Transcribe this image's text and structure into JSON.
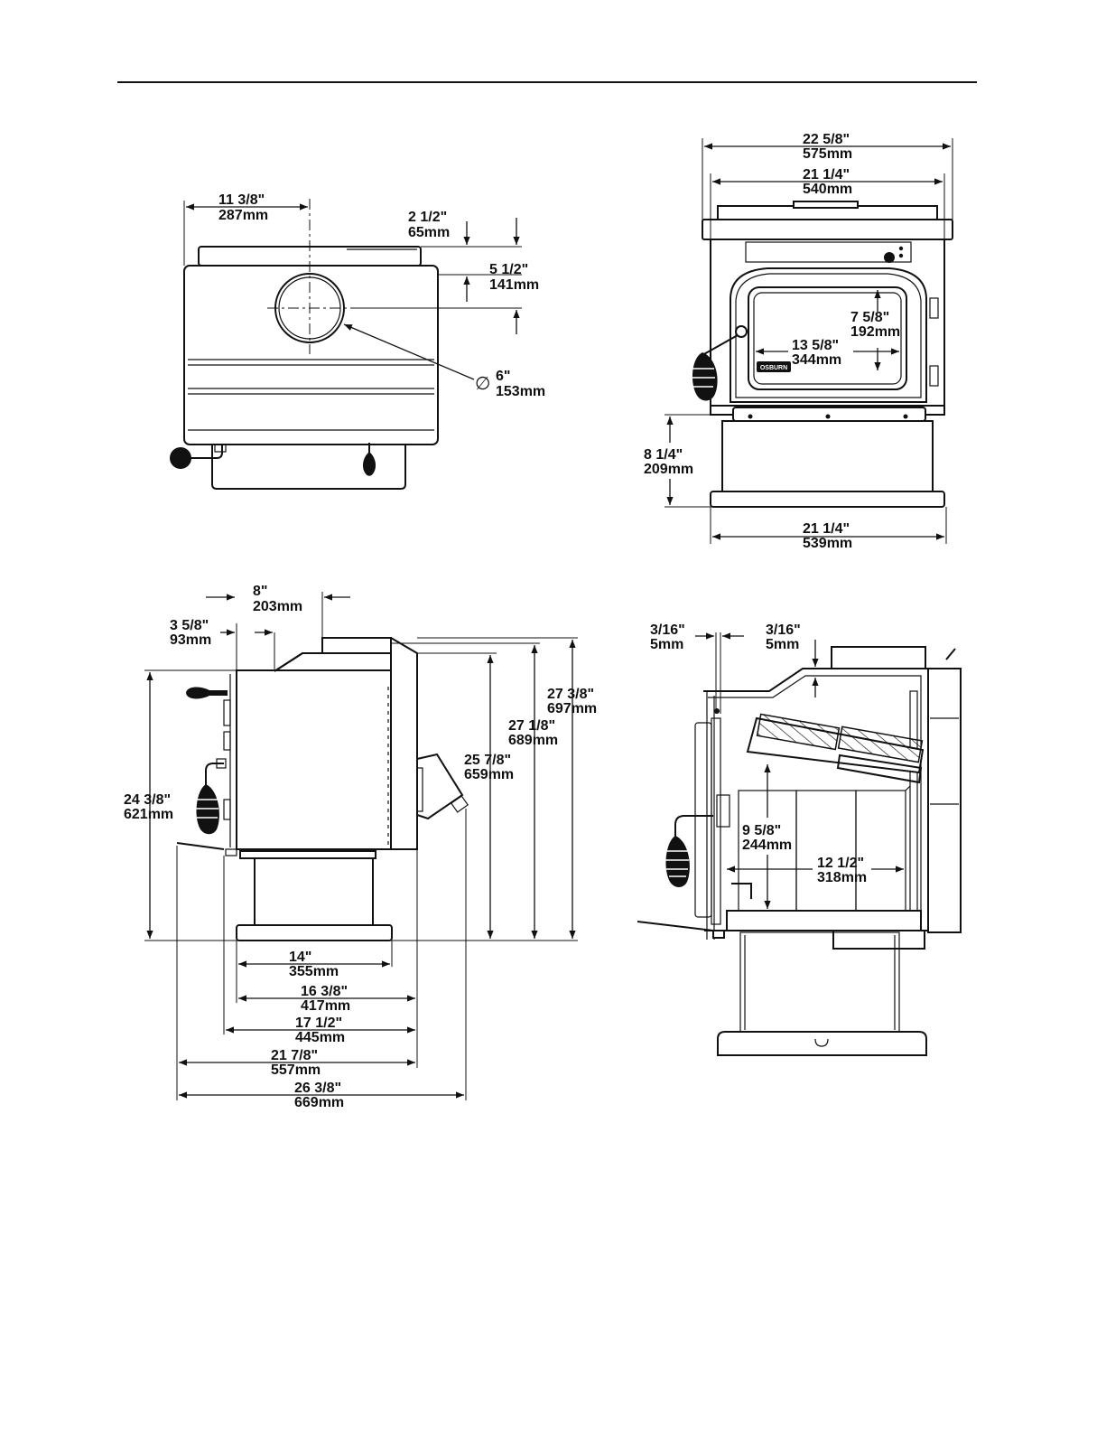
{
  "top_view": {
    "flue_offset_in": "11 3/8\"",
    "flue_offset_mm": "287mm",
    "top_step_in": "2 1/2\"",
    "top_step_mm": "65mm",
    "flue_center_in": "5 1/2\"",
    "flue_center_mm": "141mm",
    "flue_diameter_symbol": "∅",
    "flue_diameter_in": "6\"",
    "flue_diameter_mm": "153mm"
  },
  "front_view": {
    "overall_width_in": "22 5/8\"",
    "overall_width_mm": "575mm",
    "top_width_in": "21 1/4\"",
    "top_width_mm": "540mm",
    "door_glass_h_in": "7 5/8\"",
    "door_glass_h_mm": "192mm",
    "door_glass_w_in": "13 5/8\"",
    "door_glass_w_mm": "344mm",
    "pedestal_h_in": "8 1/4\"",
    "pedestal_h_mm": "209mm",
    "base_width_in": "21 1/4\"",
    "base_width_mm": "539mm",
    "badge_text": "OSBURN"
  },
  "side_view": {
    "top_offset_in": "8\"",
    "top_offset_mm": "203mm",
    "front_offset_in": "3 5/8\"",
    "front_offset_mm": "93mm",
    "h_697_in": "27 3/8\"",
    "h_697_mm": "697mm",
    "h_689_in": "27 1/8\"",
    "h_689_mm": "689mm",
    "h_659_in": "25 7/8\"",
    "h_659_mm": "659mm",
    "h_621_in": "24 3/8\"",
    "h_621_mm": "621mm",
    "w_355_in": "14\"",
    "w_355_mm": "355mm",
    "w_417_in": "16 3/8\"",
    "w_417_mm": "417mm",
    "w_445_in": "17 1/2\"",
    "w_445_mm": "445mm",
    "w_557_in": "21 7/8\"",
    "w_557_mm": "557mm",
    "w_669_in": "26 3/8\"",
    "w_669_mm": "669mm"
  },
  "section_view": {
    "gap_a_in": "3/16\"",
    "gap_a_mm": "5mm",
    "gap_b_in": "3/16\"",
    "gap_b_mm": "5mm",
    "firebox_h_in": "9 5/8\"",
    "firebox_h_mm": "244mm",
    "firebox_d_in": "12 1/2\"",
    "firebox_d_mm": "318mm"
  }
}
